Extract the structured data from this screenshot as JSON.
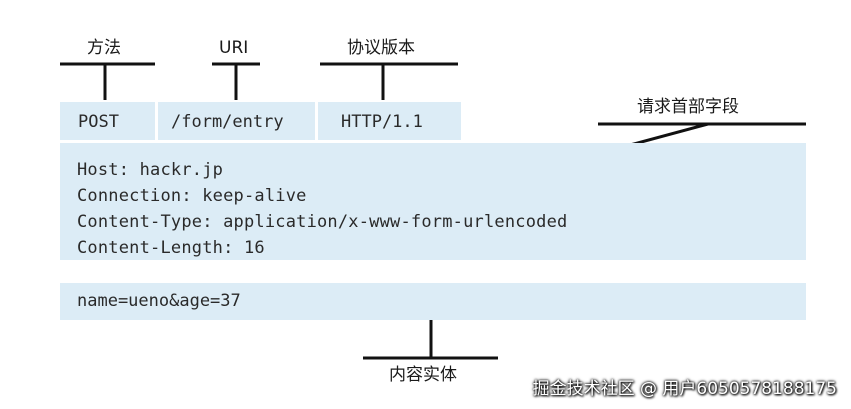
{
  "labels": {
    "method": "方法",
    "uri": "URI",
    "version": "协议版本",
    "request_headers": "请求首部字段",
    "body": "内容实体"
  },
  "request_line": {
    "method": "POST",
    "uri": "/form/entry",
    "version": "HTTP/1.1"
  },
  "headers": [
    "Host: hackr.jp",
    "Connection: keep-alive",
    "Content-Type: application/x-www-form-urlencoded",
    "Content-Length: 16"
  ],
  "body": "name=ueno&age=37",
  "watermark": "掘金技术社区 @ 用户6050578188175",
  "colors": {
    "box_fill": "#dcecf6",
    "line": "#111111",
    "text": "#2a2a2a"
  }
}
